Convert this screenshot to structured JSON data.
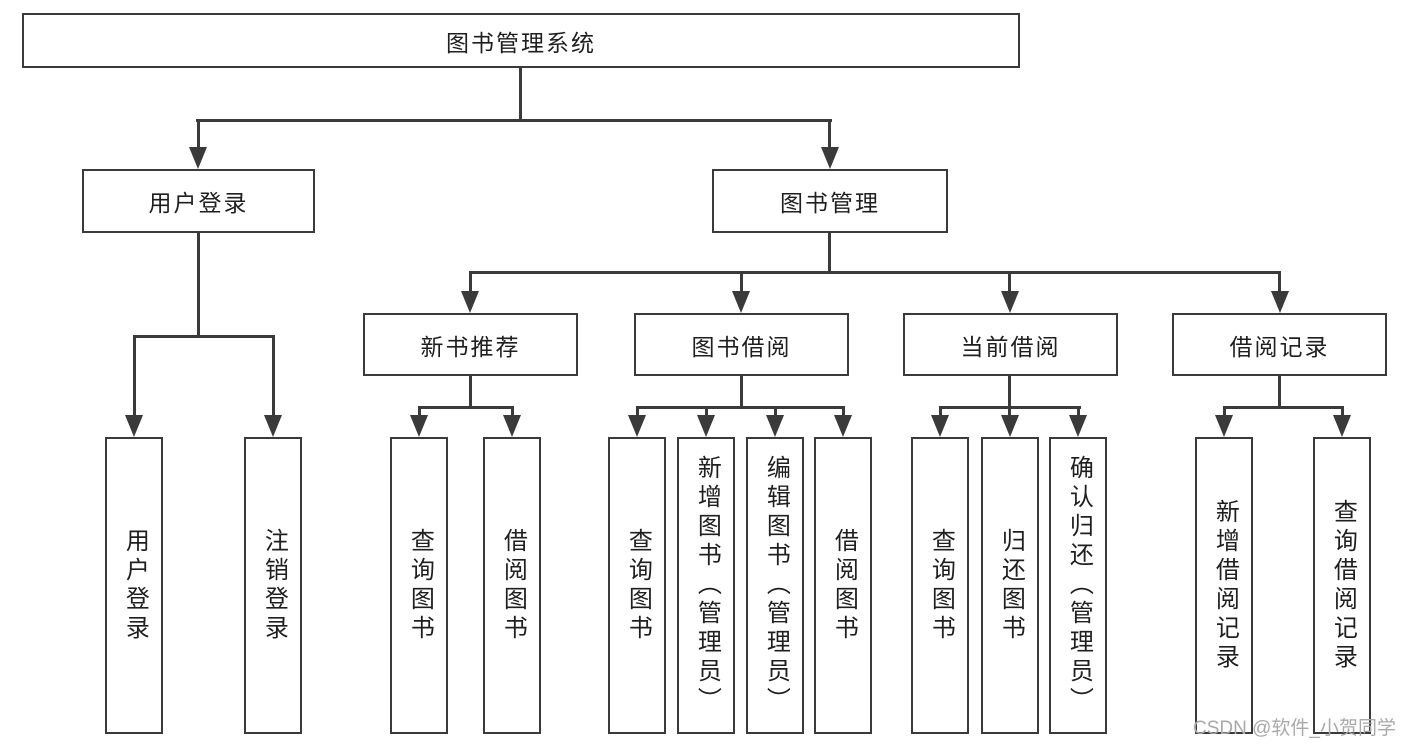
{
  "tree": {
    "root_label": "图书管理系统",
    "branches": [
      {
        "label": "用户登录",
        "children": [
          "用户登录",
          "注销登录"
        ]
      },
      {
        "label": "图书管理",
        "groups": [
          {
            "label": "新书推荐",
            "children": [
              "查询图书",
              "借阅图书"
            ]
          },
          {
            "label": "图书借阅",
            "children": [
              "查询图书",
              "新增图书（管理员）",
              "编辑图书（管理员）",
              "借阅图书"
            ]
          },
          {
            "label": "当前借阅",
            "children": [
              "查询图书",
              "归还图书",
              "确认归还（管理员）"
            ]
          },
          {
            "label": "借阅记录",
            "children": [
              "新增借阅记录",
              "查询借阅记录"
            ]
          }
        ]
      }
    ]
  },
  "watermark": "CSDN @软件_小贺同学",
  "colors": {
    "line": "#3a3a3a",
    "text": "#1f1f1f",
    "box-bg": "#ffffff",
    "watermark": "#a9a9a9",
    "background": "#ffffff"
  }
}
